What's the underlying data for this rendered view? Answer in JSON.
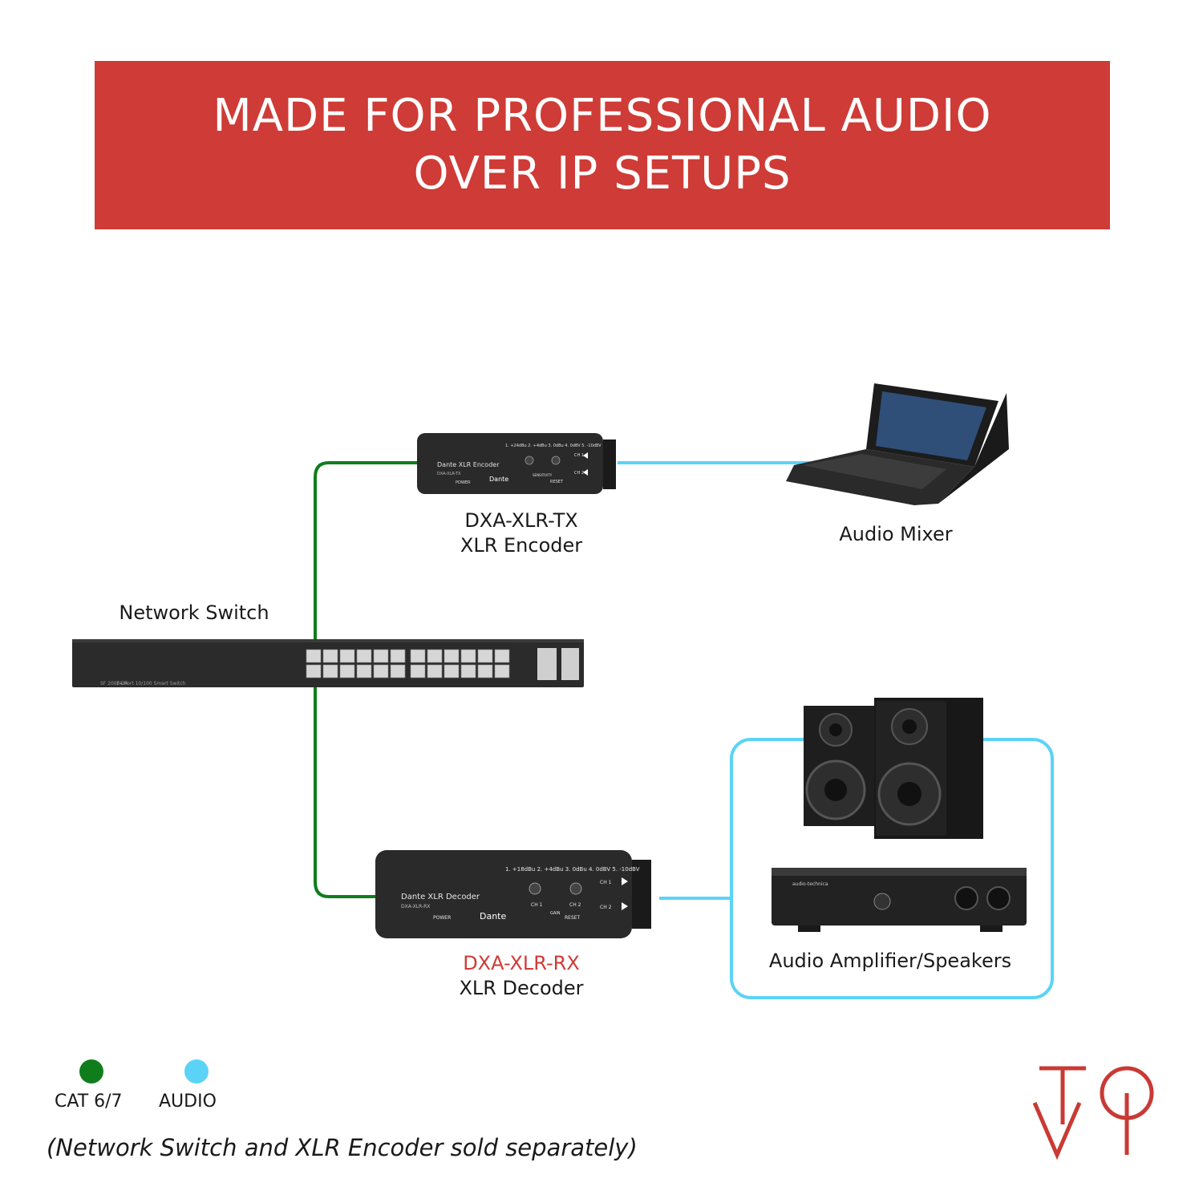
{
  "banner": {
    "line1": "MADE FOR PROFESSIONAL AUDIO",
    "line2": "OVER IP SETUPS"
  },
  "devices": {
    "encoder": {
      "model": "DXA-XLR-TX",
      "name": "XLR Encoder",
      "panel_title": "Dante XLR Encoder",
      "panel_model": "DXA-XLR-TX",
      "power": "POWER",
      "reset": "RESET",
      "dante": "Dante",
      "ch1": "CH 1",
      "ch2": "CH 2",
      "sensitivity": "SENSITIVITY",
      "levels": "1. +24dBu 2. +4dBu 3. 0dBu 4. 0dBV 5. -10dBV"
    },
    "decoder": {
      "model": "DXA-XLR-RX",
      "name": "XLR Decoder",
      "panel_title": "Dante XLR Decoder",
      "panel_model": "DXA-XLR-RX",
      "power": "POWER",
      "reset": "RESET",
      "dante": "Dante",
      "ch1": "CH 1",
      "ch2": "CH 2",
      "gain": "GAIN",
      "levels": "1. +18dBu 2. +4dBu 3. 0dBu 4. 0dBV 5. -10dBV"
    },
    "mixer": {
      "name": "Audio Mixer"
    },
    "switch": {
      "name": "Network Switch",
      "panel_model": "SF 200E-24",
      "panel_desc": "24-Port 10/100 Smart Switch"
    },
    "amp_speakers": {
      "name": "Audio Amplifier/Speakers",
      "amp_brand": "audio-technica"
    }
  },
  "legend": [
    {
      "label": "CAT 6/7",
      "color": "#107d1d"
    },
    {
      "label": "AUDIO",
      "color": "#5bd3f7"
    }
  ],
  "footnote": "(Network Switch and XLR Encoder sold separately)",
  "colors": {
    "banner": "#cf3b36",
    "cat": "#107d1d",
    "audio": "#5bd3f7",
    "device": "#2a2a2a",
    "logo": "#c93a35"
  },
  "logo": {
    "text": "TOVI"
  }
}
